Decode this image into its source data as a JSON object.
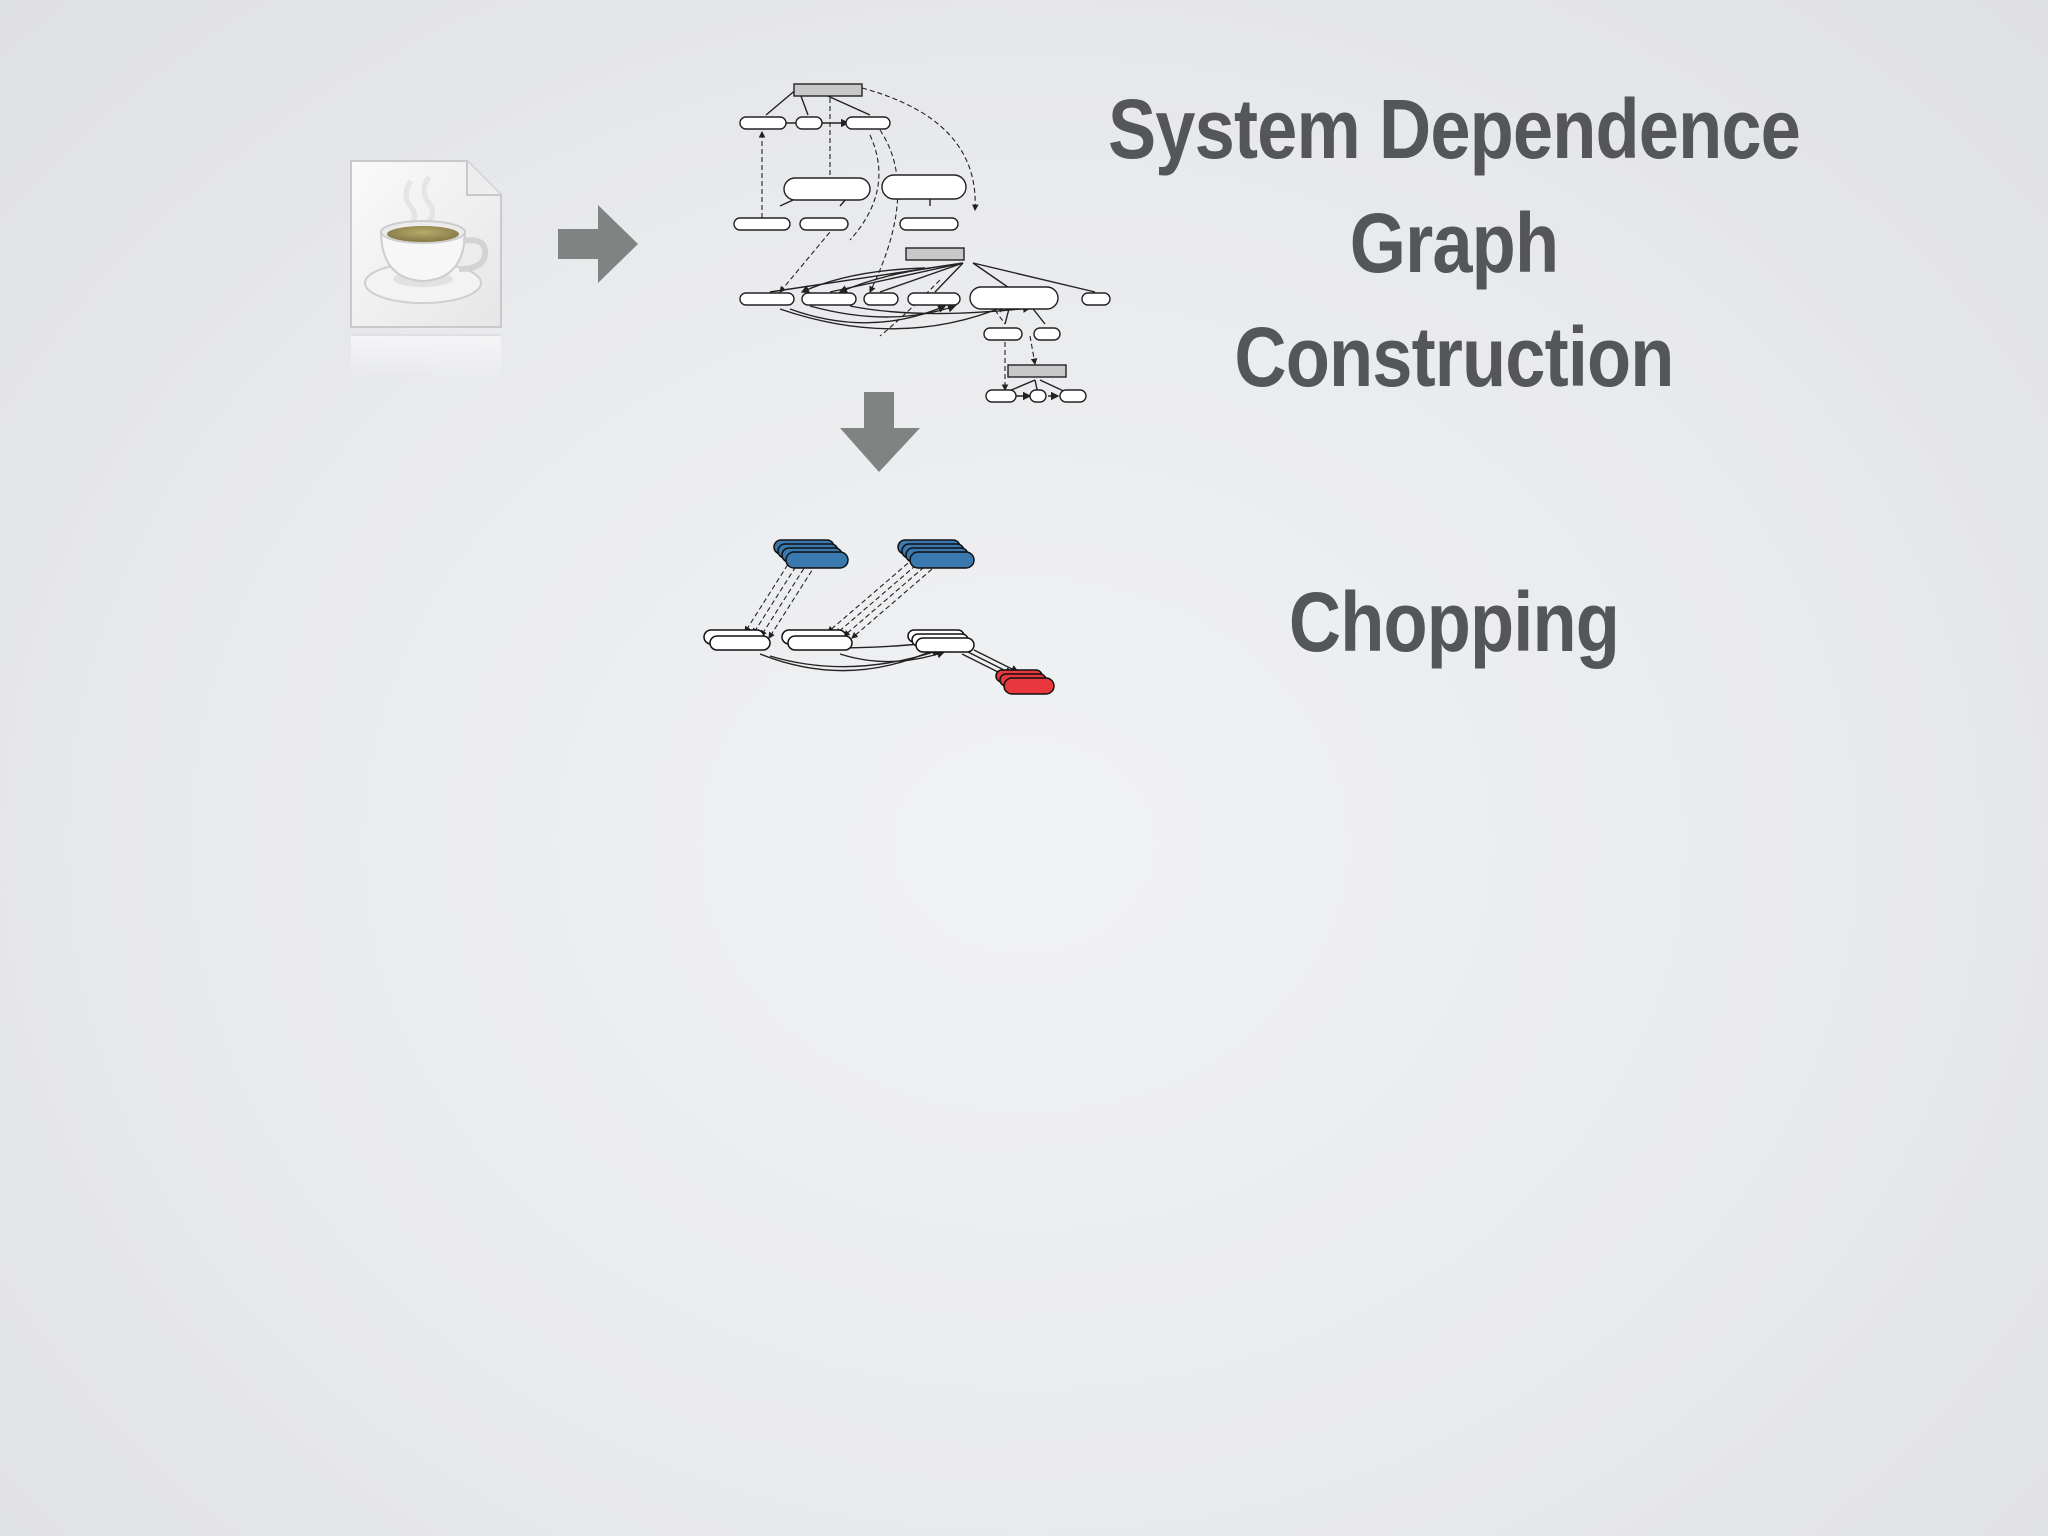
{
  "slide": {
    "title_lines": [
      "System Dependence",
      "Graph",
      "Construction"
    ],
    "subtitle": "Chopping"
  },
  "colors": {
    "text": "#545658",
    "arrow": "#7f8381",
    "source_nodes": "#3a79b0",
    "target_nodes": "#e8373d",
    "node_outline": "#111111",
    "graph_box": "#c8c8c8"
  },
  "icons": {
    "source_file": "java-file-icon",
    "step_arrow_right": "arrow-right-icon",
    "step_arrow_down": "arrow-down-icon"
  }
}
